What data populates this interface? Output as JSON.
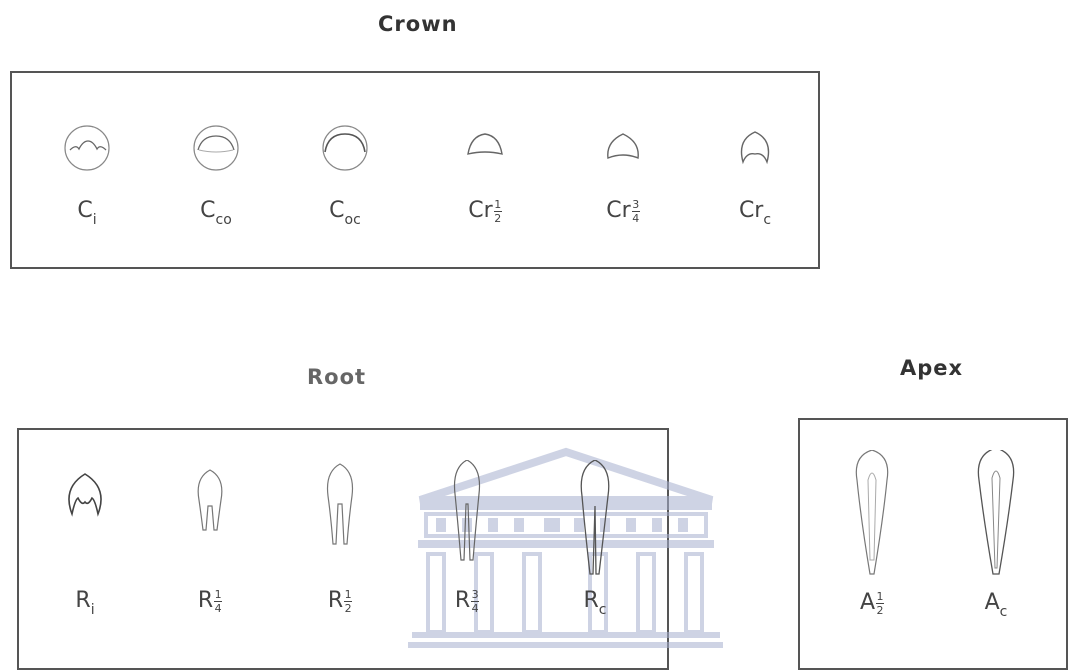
{
  "crown": {
    "title": "Crown",
    "stages": [
      {
        "base": "C",
        "sub": "i"
      },
      {
        "base": "C",
        "sub": "co"
      },
      {
        "base": "C",
        "sub": "oc"
      },
      {
        "base": "Cr",
        "num": "1",
        "den": "2"
      },
      {
        "base": "Cr",
        "num": "3",
        "den": "4"
      },
      {
        "base": "Cr",
        "sub": "c"
      }
    ]
  },
  "root": {
    "title": "Root",
    "stages": [
      {
        "base": "R",
        "sub": "i"
      },
      {
        "base": "R",
        "num": "1",
        "den": "4"
      },
      {
        "base": "R",
        "num": "1",
        "den": "2"
      },
      {
        "base": "R",
        "num": "3",
        "den": "4"
      },
      {
        "base": "R",
        "sub": "c"
      }
    ]
  },
  "apex": {
    "title": "Apex",
    "stages": [
      {
        "base": "A",
        "num": "1",
        "den": "2"
      },
      {
        "base": "A",
        "sub": "c"
      }
    ]
  }
}
